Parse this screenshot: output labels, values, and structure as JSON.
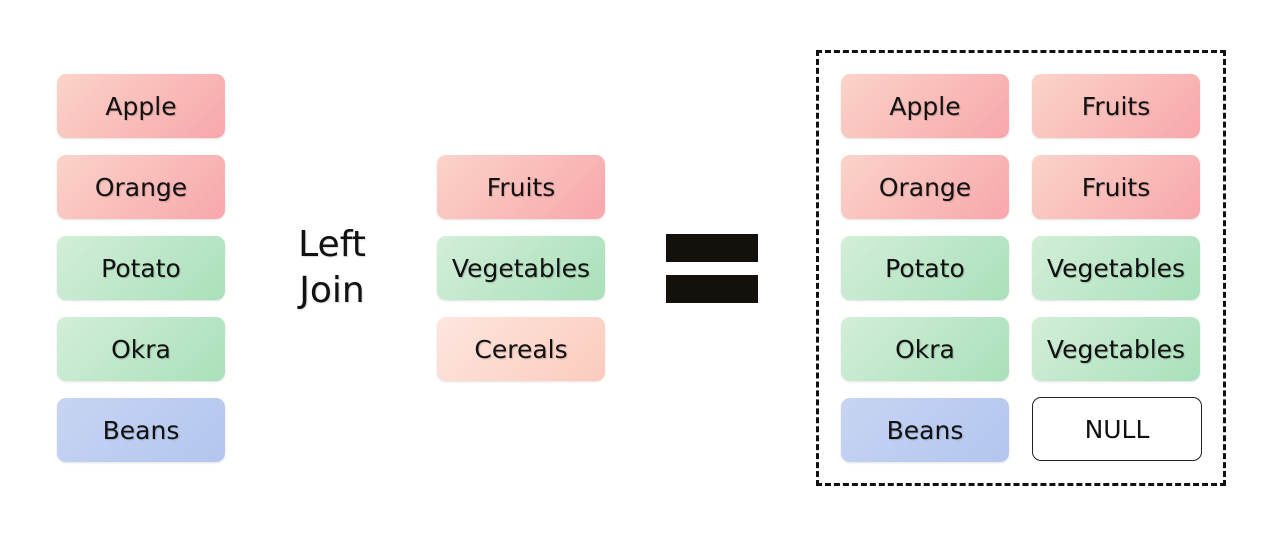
{
  "left_table": [
    {
      "label": "Apple",
      "color": "red"
    },
    {
      "label": "Orange",
      "color": "red"
    },
    {
      "label": "Potato",
      "color": "green"
    },
    {
      "label": "Okra",
      "color": "green"
    },
    {
      "label": "Beans",
      "color": "blue"
    }
  ],
  "operation": {
    "line1": "Left",
    "line2": "Join"
  },
  "right_table": [
    {
      "label": "Fruits",
      "color": "red"
    },
    {
      "label": "Vegetables",
      "color": "green"
    },
    {
      "label": "Cereals",
      "color": "peach"
    }
  ],
  "result": {
    "rows": [
      {
        "left": "Apple",
        "right": "Fruits",
        "left_color": "red",
        "right_color": "red"
      },
      {
        "left": "Orange",
        "right": "Fruits",
        "left_color": "red",
        "right_color": "red"
      },
      {
        "left": "Potato",
        "right": "Vegetables",
        "left_color": "green",
        "right_color": "green"
      },
      {
        "left": "Okra",
        "right": "Vegetables",
        "left_color": "green",
        "right_color": "green"
      },
      {
        "left": "Beans",
        "right": "NULL",
        "left_color": "blue",
        "right_color": "null"
      }
    ]
  },
  "colors": {
    "red": "#f8a7ab",
    "green": "#a9e0bb",
    "blue": "#b3c6ee",
    "peach": "#fbcbbd",
    "equals": "#14110d"
  }
}
